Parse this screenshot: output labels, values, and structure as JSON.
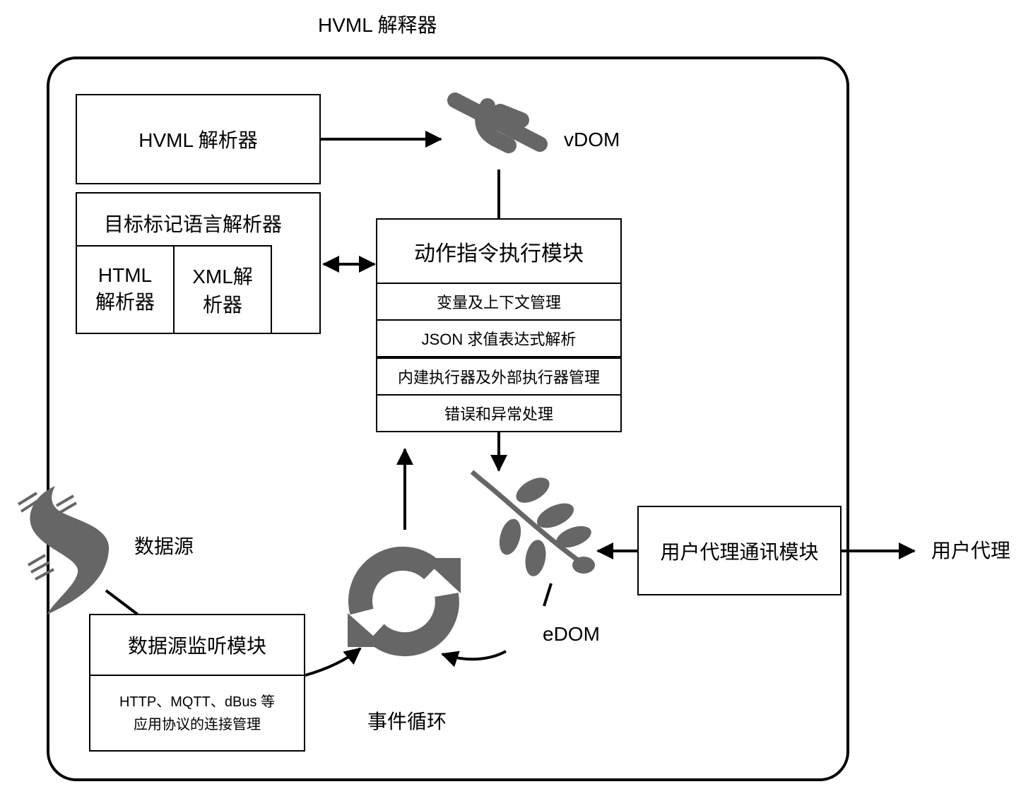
{
  "title": "HVML 解释器",
  "hvml_parser": {
    "label": "HVML 解析器"
  },
  "vdom": {
    "label": "vDOM",
    "icon": "vdom-icon"
  },
  "target_parser": {
    "label": "目标标记语言解析器",
    "html": {
      "line1": "HTML",
      "line2": "解析器"
    },
    "xml": {
      "line1": "XML解",
      "line2": "析器"
    }
  },
  "action_module": {
    "label": "动作指令执行模块",
    "rows": [
      "变量及上下文管理",
      "JSON 求值表达式解析",
      "内建执行器及外部执行器管理",
      "错误和异常处理"
    ]
  },
  "data_source": {
    "label": "数据源",
    "icon": "data-source-icon"
  },
  "data_monitor": {
    "label": "数据源监听模块",
    "desc_line1": "HTTP、MQTT、dBus 等",
    "desc_line2": "应用协议的连接管理"
  },
  "event_loop": {
    "label": "事件循环",
    "icon": "cycle-icon"
  },
  "edom": {
    "label": "eDOM",
    "icon": "branch-icon"
  },
  "ua_comm": {
    "label": "用户代理通讯模块"
  },
  "user_agent": {
    "label": "用户代理"
  },
  "colors": {
    "line": "#000000",
    "icon": "#666666",
    "background": "#ffffff"
  }
}
